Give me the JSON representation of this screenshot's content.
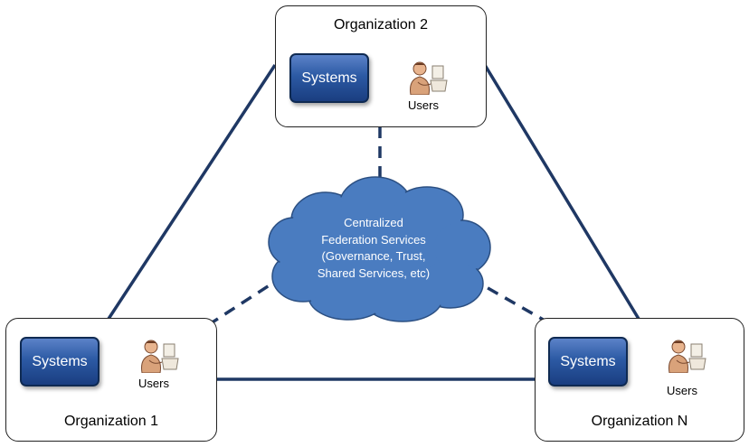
{
  "organizations": {
    "org2": {
      "title": "Organization 2",
      "systems_label": "Systems",
      "users_label": "Users"
    },
    "org1": {
      "title": "Organization 1",
      "systems_label": "Systems",
      "users_label": "Users"
    },
    "orgN": {
      "title": "Organization N",
      "systems_label": "Systems",
      "users_label": "Users"
    }
  },
  "cloud": {
    "lines": [
      "Centralized",
      "Federation Services",
      "(Governance, Trust,",
      "Shared Services, etc)"
    ]
  },
  "colors": {
    "line": "#1f3864",
    "cloud_fill": "#4a7cc0",
    "cloud_stroke": "#2b4f82",
    "systems_fill": "#2c5aa4"
  },
  "icons": {
    "users": "user-at-desk-icon"
  }
}
